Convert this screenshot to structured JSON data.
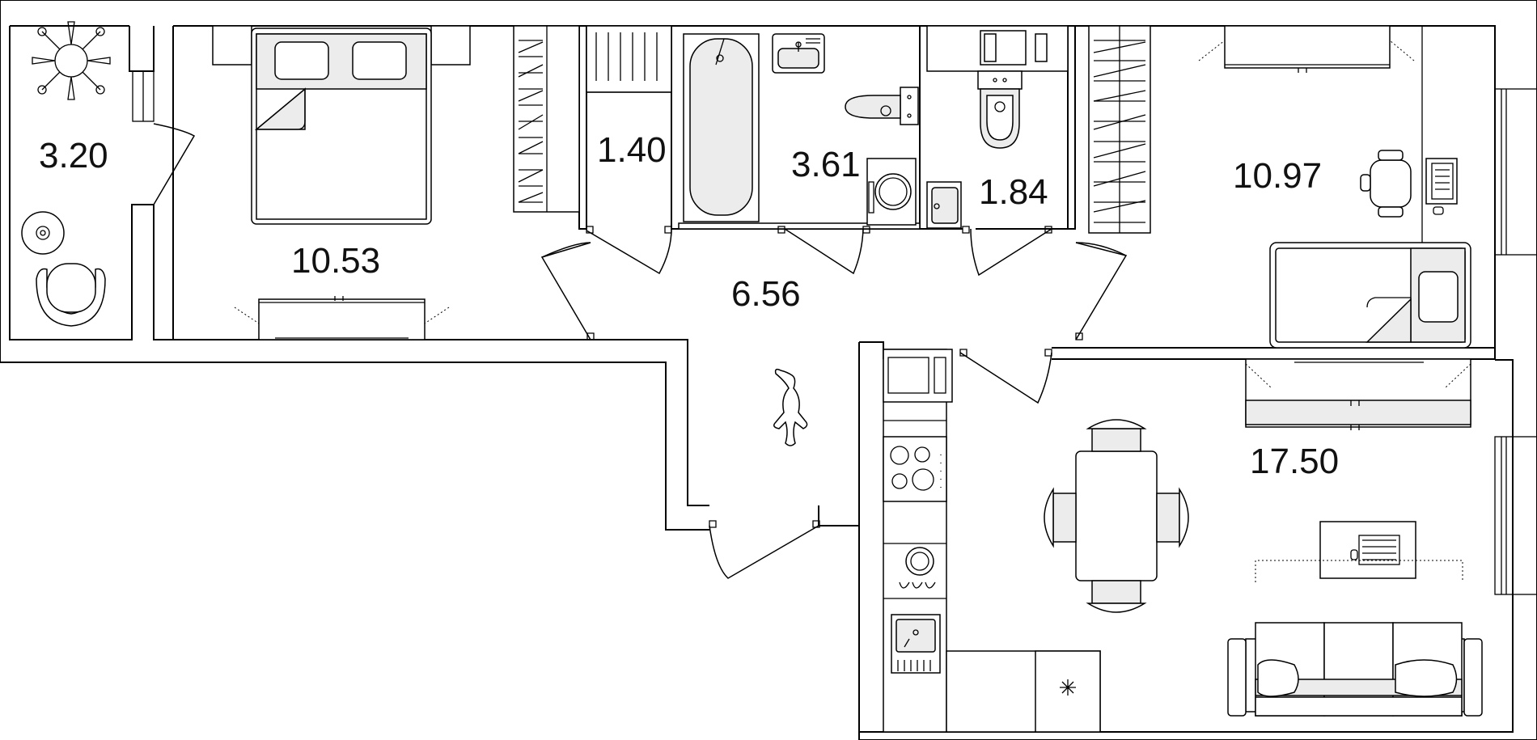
{
  "plan": {
    "rooms": [
      {
        "id": "balcony",
        "area": "3.20"
      },
      {
        "id": "bedroom",
        "area": "10.53"
      },
      {
        "id": "closet",
        "area": "1.40"
      },
      {
        "id": "bathroom",
        "area": "3.61"
      },
      {
        "id": "toilet",
        "area": "1.84"
      },
      {
        "id": "hallway",
        "area": "6.56"
      },
      {
        "id": "room",
        "area": "10.97"
      },
      {
        "id": "kitchen-living",
        "area": "17.50"
      }
    ]
  },
  "colors": {
    "wall": "#000000",
    "fixture_fill": "#ececec",
    "background": "#ffffff"
  }
}
